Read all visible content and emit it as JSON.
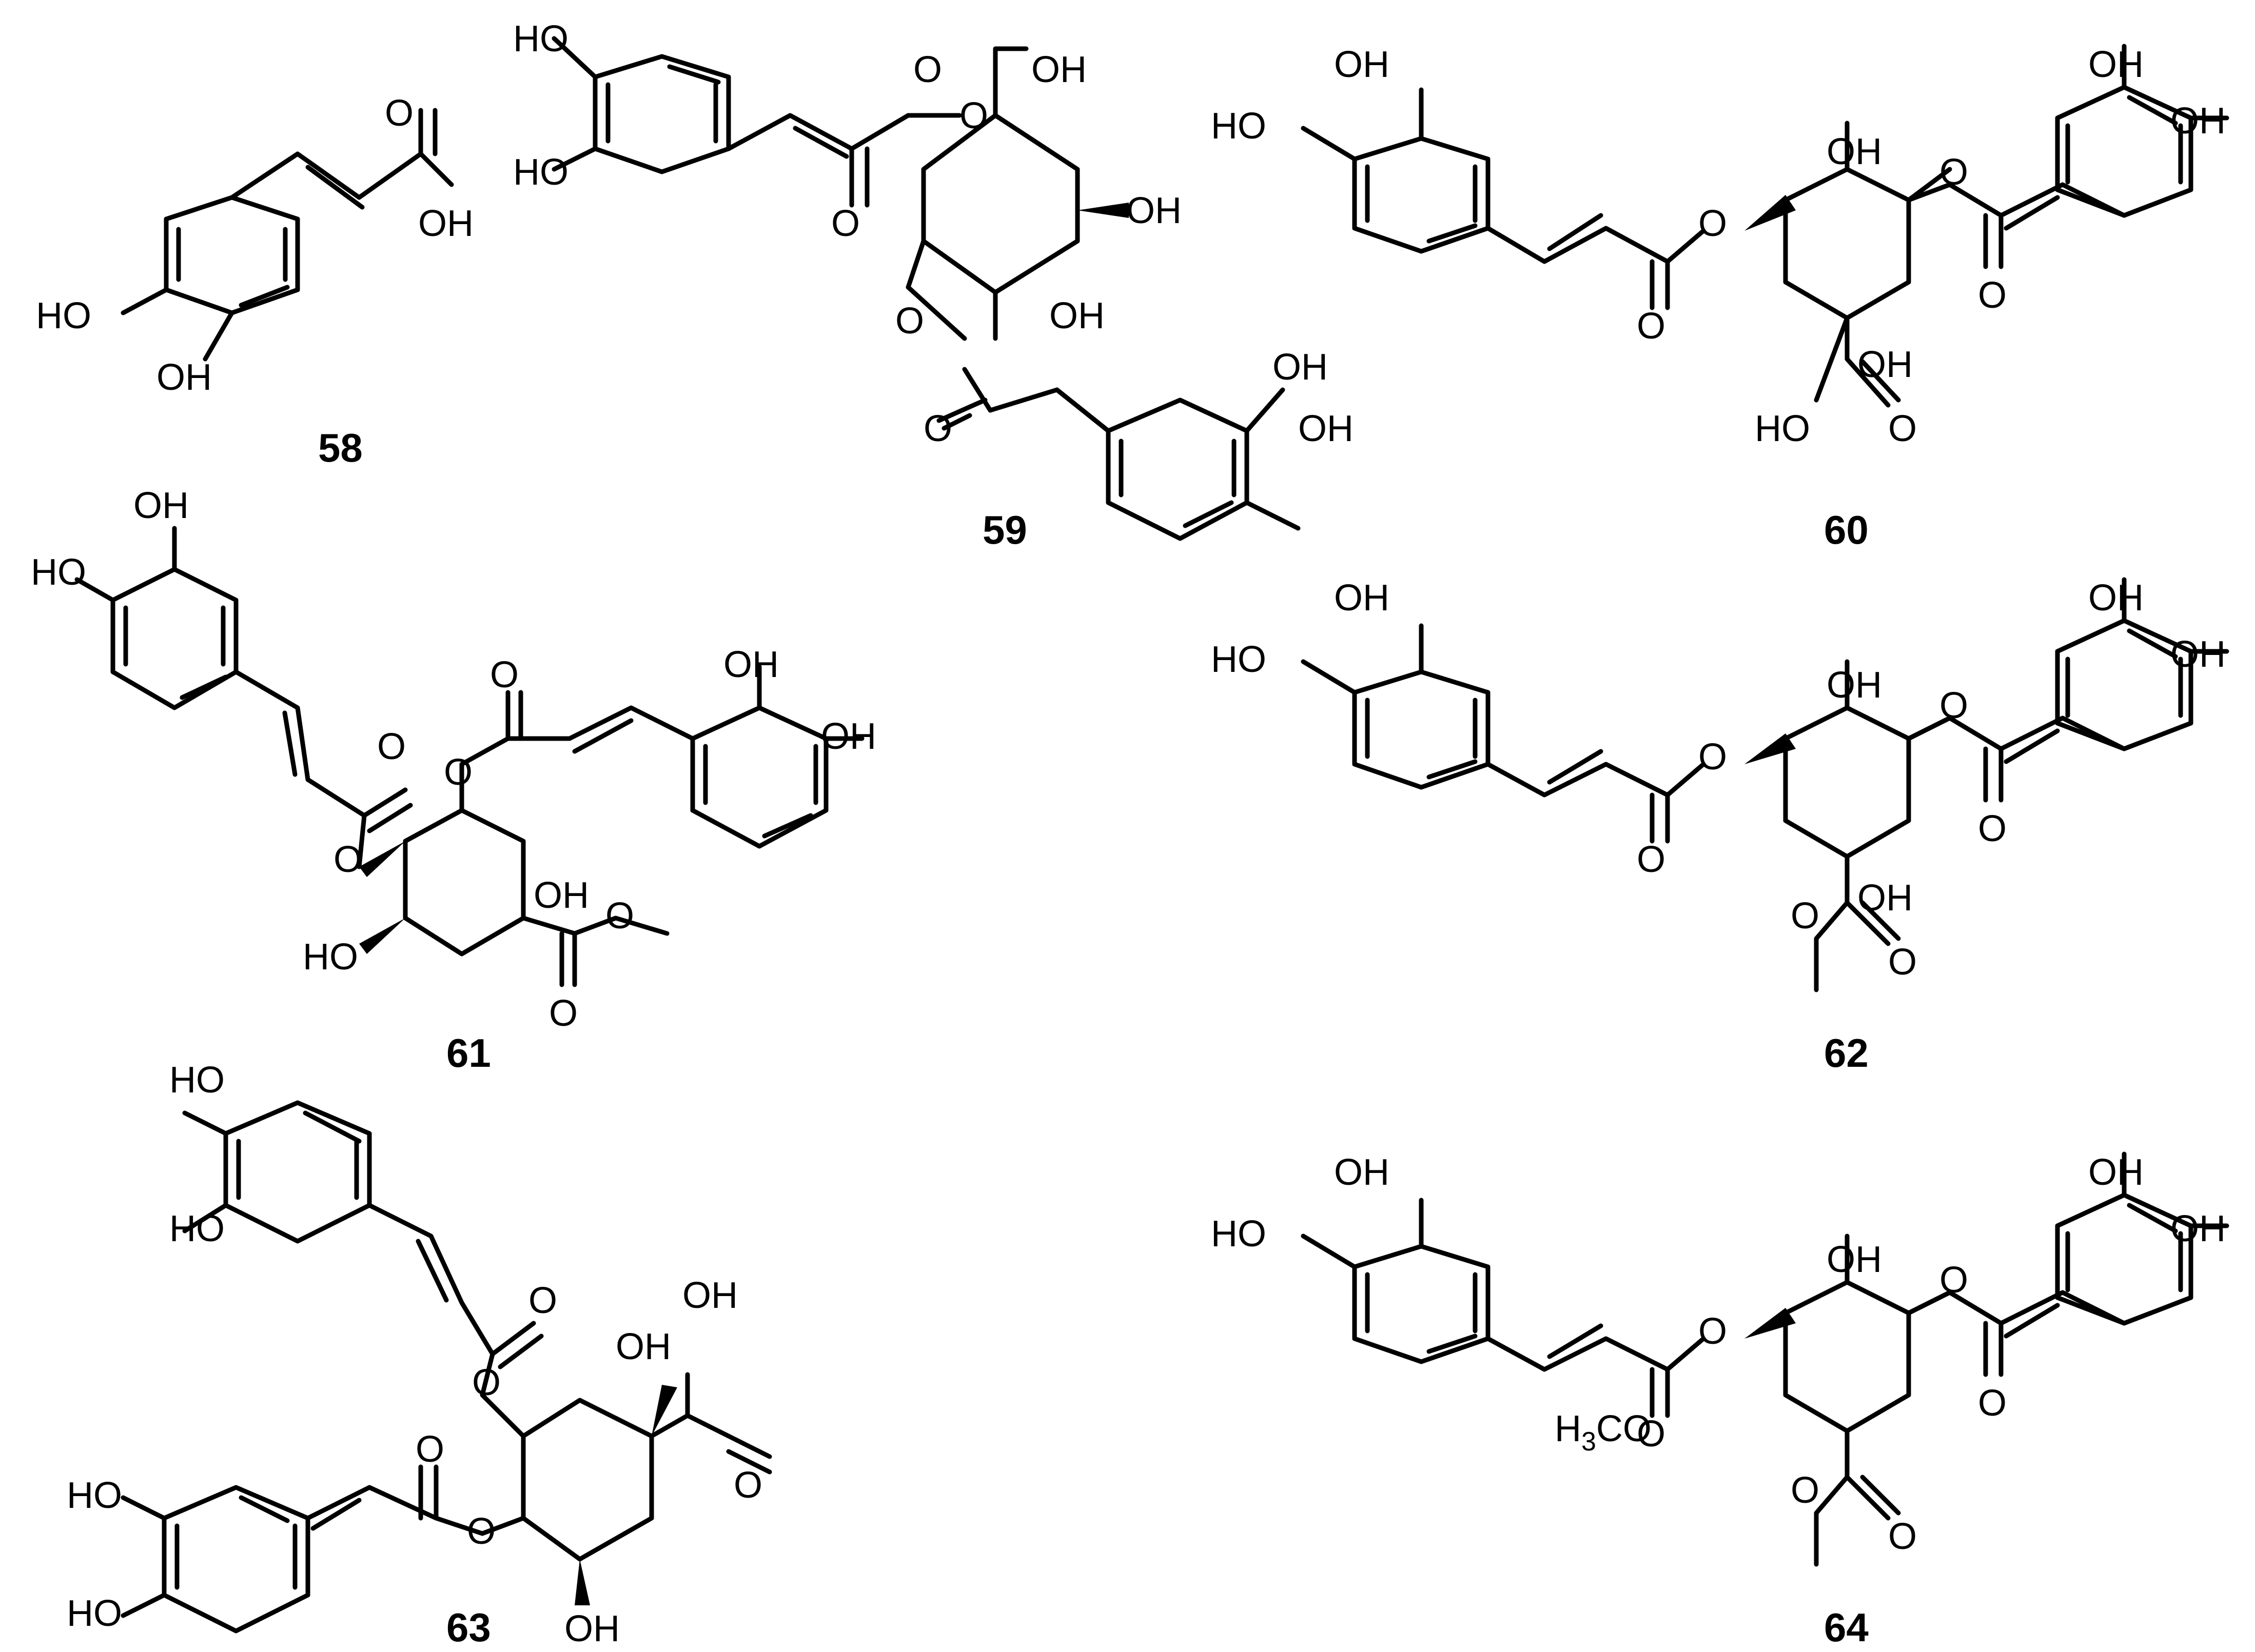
{
  "figure": {
    "compounds": [
      {
        "id": "c58",
        "label": "58"
      },
      {
        "id": "c59",
        "label": "59"
      },
      {
        "id": "c60",
        "label": "60"
      },
      {
        "id": "c61",
        "label": "61"
      },
      {
        "id": "c62",
        "label": "62"
      },
      {
        "id": "c63",
        "label": "63"
      },
      {
        "id": "c64",
        "label": "64"
      }
    ],
    "atom_labels": {
      "oh": "OH",
      "ho": "HO",
      "o": "O",
      "h3co_main": "H",
      "h3co_sub": "3",
      "h3co_tail": "CO"
    }
  }
}
